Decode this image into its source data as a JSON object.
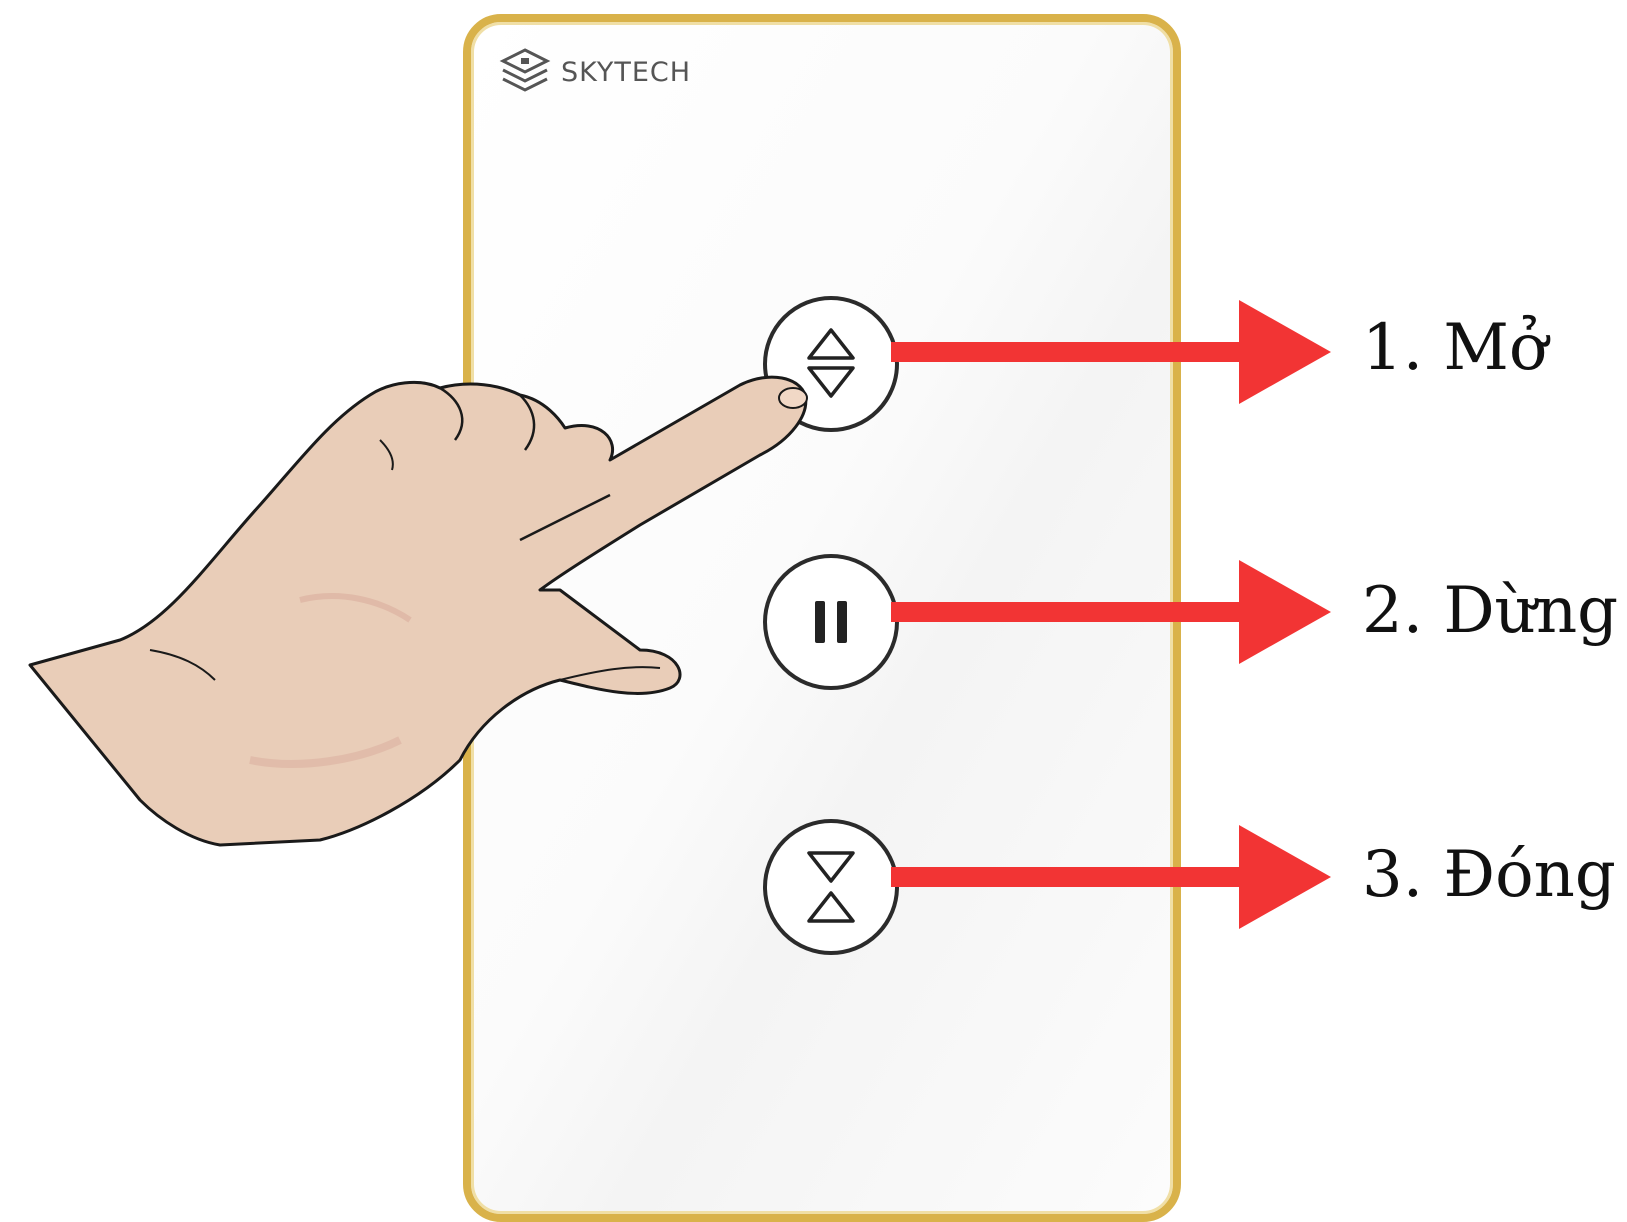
{
  "brand": {
    "name": "SKYTECH",
    "logo_icon": "layered-cube-logo"
  },
  "colors": {
    "frame": "#d9b24a",
    "arrow": "#f23434",
    "button_outline": "#2b2b2b",
    "skin": "#e9cdb8"
  },
  "buttons": [
    {
      "icon": "open-up-down-triangles-icon",
      "label": "1. Mở"
    },
    {
      "icon": "pause-icon",
      "label": "2. Dừng"
    },
    {
      "icon": "close-down-up-triangles-icon",
      "label": "3. Đóng"
    }
  ]
}
